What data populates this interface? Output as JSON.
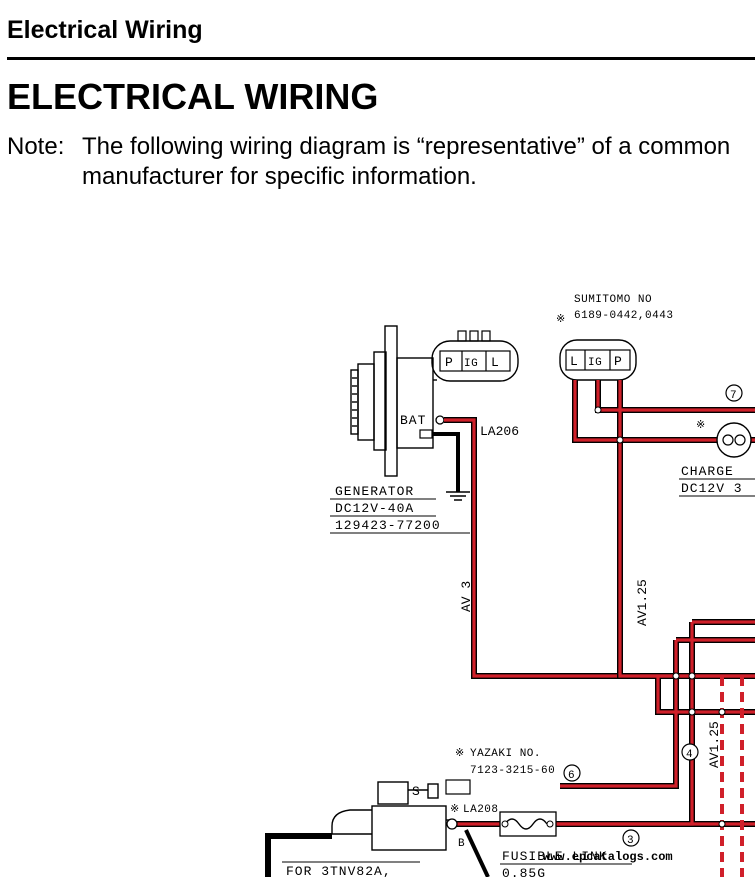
{
  "header": {
    "running_title": "Electrical Wiring"
  },
  "section": {
    "title": "ELECTRICAL WIRING"
  },
  "note": {
    "label": "Note:",
    "line1": "The following wiring diagram is “representative” of a common",
    "line2": "manufacturer for specific information."
  },
  "diagram": {
    "sumitomo_label": "SUMITOMO NO",
    "sumitomo_part": "6189-0442,0443",
    "ref_mark": "※",
    "generator_label": "GENERATOR",
    "generator_rating": "DC12V-40A",
    "generator_part": "129423-77200",
    "gen_connector_pins": [
      "P",
      "IG",
      "L"
    ],
    "right_connector_pins": [
      "L",
      "IG",
      "P"
    ],
    "bat_label": "BAT",
    "wire_la206": "LA206",
    "wire_av3": "AV 3",
    "wire_av125_left": "AV1.25",
    "wire_av125_right": "AV1.25",
    "charge_label": "CHARGE",
    "charge_rating": "DC12V 3",
    "circle_7": "7",
    "circle_6": "6",
    "circle_4": "4",
    "circle_3": "3",
    "yazaki_label": "YAZAKI NO.",
    "yazaki_part": "7123-3215-60",
    "wire_la208": "LA208",
    "s_label": "S",
    "b_label": "B",
    "fusible_label": "FUSIBLE LINK",
    "fusible_value": "0.85G",
    "engine_label": "FOR 3TNV82A,"
  },
  "watermark": "www.epcatalogs.com",
  "colors": {
    "wire_red": "#d0202a",
    "black": "#000000"
  }
}
